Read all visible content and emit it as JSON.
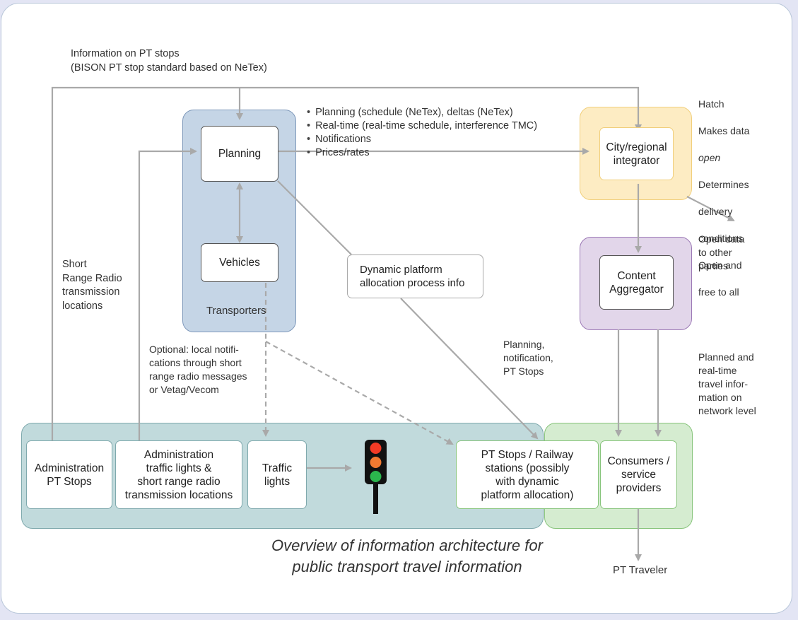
{
  "stops_info": {
    "line1": "Information on PT stops",
    "line2": "(BISON PT stop standard based on NeTex)"
  },
  "bullets": [
    "Planning (schedule (NeTex), deltas (NeTex)",
    "Real-time (real-time schedule, interference TMC)",
    "Notifications",
    "Prices/rates"
  ],
  "hatch_note": [
    "Hatch",
    "Makes data",
    "open",
    "Determines",
    "delivery",
    "conditions",
    "Open and",
    "free to all"
  ],
  "open_data_note": "Open data\nto other\nparties",
  "srr_note": "Short\nRange Radio\ntransmission\nlocations",
  "optional_note": "Optional: local notifi-\ncations through short\nrange radio messages\nor Vetag/Vecom",
  "planning_note": "Planning,\nnotification,\nPT Stops",
  "planned_note": "Planned and\nreal-time\ntravel infor-\nmation on\nnetwork level",
  "boxes": {
    "planning": "Planning",
    "vehicles": "Vehicles",
    "transporters": "Transporters",
    "city_integrator": "City/regional\nintegrator",
    "content_aggregator": "Content\nAggregator",
    "dynamic_platform": "Dynamic platform\nallocation process info",
    "admin_pt_stops": "Administration\nPT Stops",
    "admin_traffic": "Administration\ntraffic lights &\nshort range radio\ntransmission locations",
    "traffic_lights": "Traffic\nlights",
    "pt_stops_railway": "PT Stops / Railway\nstations (possibly\nwith dynamic\nplatform allocation)",
    "consumers": "Consumers /\nservice\nproviders"
  },
  "pt_traveler": "PT Traveler",
  "caption": {
    "line1": "Overview of information architecture for",
    "line2": "public transport travel information"
  },
  "colors": {
    "background": "#e3e5f4",
    "transporters_fill": "#c5d5e6",
    "transporters_border": "#7f99bb",
    "integrator_fill": "#fdecc3",
    "integrator_border": "#f1cf7c",
    "aggregator_fill": "#e2d6ea",
    "aggregator_border": "#9c79b6",
    "infrastructure_fill": "#c1dadc",
    "infrastructure_border": "#7fa9ad",
    "consumer_fill": "#d5ecd0",
    "consumer_border": "#87c47b",
    "arrow": "#a9a9a9",
    "light_red": "#f23a25",
    "light_orange": "#f07a31",
    "light_green": "#2bb54d"
  }
}
